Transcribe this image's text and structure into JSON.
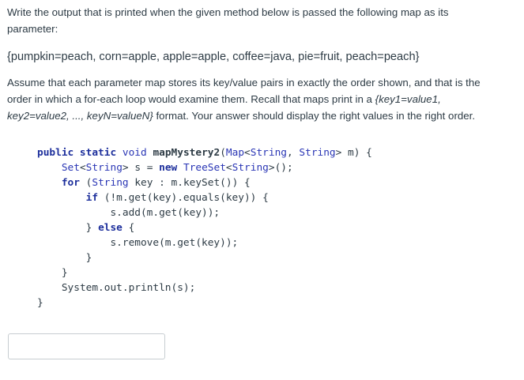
{
  "question": {
    "line1": "Write the output that is printed when the given method below is passed the following map as its",
    "line2": "parameter:",
    "map": "{pumpkin=peach, corn=apple, apple=apple, coffee=java, pie=fruit, peach=peach}",
    "assume_line1": "Assume that each parameter map stores its key/value pairs in exactly the order shown, and that is the",
    "assume_line2_plain": "order in which a for-each loop would examine them. Recall that maps print in a ",
    "assume_line2_italic": "{key1=value1,",
    "assume_line3_italic": "key2=value2, ..., keyN=valueN}",
    "assume_line3_plain": " format. Your answer should display the right values in the right order."
  },
  "code": {
    "l1_kw": "public static",
    "l1_void": "void",
    "l1_name": "mapMystery2",
    "l1_paren": "(",
    "l1_map": "Map",
    "l1_lt": "<",
    "l1_string1": "String",
    "l1_comma": ", ",
    "l1_string2": "String",
    "l1_rest": "> m) {",
    "l2_set": "Set",
    "l2_lt": "<",
    "l2_string": "String",
    "l2_mid": "> s = ",
    "l2_new": "new",
    "l2_treeset": "TreeSet",
    "l2_lt2": "<",
    "l2_string2": "String",
    "l2_end": ">();",
    "l3_for": "for",
    "l3_a": " (",
    "l3_string": "String",
    "l3_b": " key : m.keySet()) {",
    "l4_if": "if",
    "l4_rest": " (!m.get(key).equals(key)) {",
    "l5": "s.add(m.get(key));",
    "l6_a": "} ",
    "l6_else": "else",
    "l6_b": " {",
    "l7": "s.remove(m.get(key));",
    "l8": "}",
    "l9": "}",
    "l10": "System.out.println(s);",
    "l11": "}"
  },
  "answer": {
    "value": "",
    "placeholder": ""
  }
}
